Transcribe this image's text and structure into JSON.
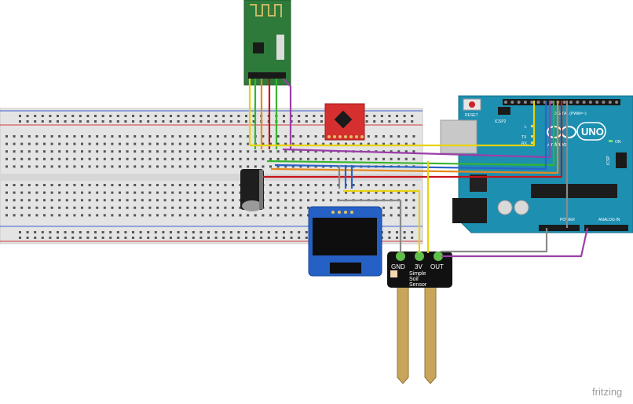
{
  "arduino": {
    "reset_label": "RESET",
    "icsp2_label": "ICSP2",
    "icsp_label": "ICSP",
    "digital_label": "DIGITAL (PWM=~)",
    "brand_label": "UNO",
    "arduino_label": "Arduino",
    "power_label": "POWER",
    "analog_label": "ANALOG IN",
    "on_label": "ON",
    "led_labels": [
      "L",
      "TX",
      "RX"
    ]
  },
  "soil_sensor": {
    "pin_labels": [
      "GND",
      "3V",
      "OUT"
    ],
    "name_lines": [
      "Simple",
      "Soil",
      "Sensor"
    ]
  },
  "watermark": "fritzing",
  "colors": {
    "yellow": "#e8d20c",
    "green": "#37b42f",
    "orange": "#e58a1f",
    "red": "#c7141a",
    "purple": "#9b3fa8",
    "blue": "#2a64c8",
    "gray": "#8a8a8a",
    "arduino_teal": "#1d8fb1",
    "breadboard": "#e3e3e3"
  }
}
